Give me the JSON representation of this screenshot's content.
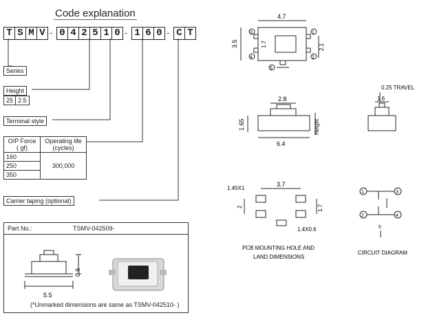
{
  "title": "Code explanation",
  "code_chars": [
    "T",
    "S",
    "M",
    "V",
    "0",
    "4",
    "2",
    "5",
    "1",
    "0",
    "1",
    "6",
    "0",
    "C",
    "T"
  ],
  "separator": "-",
  "labels": {
    "series": "Series",
    "height": "Height",
    "terminal_style": "Terminal style",
    "carrier_taping": "Carrier taping (optional)"
  },
  "height_table": {
    "code": "25",
    "value": "2.5"
  },
  "op_table": {
    "header_force": "O/P Force",
    "header_force_unit": "( gf)",
    "header_life": "Operating life",
    "header_life_unit": "(cycles)",
    "forces": [
      "160",
      "250",
      "350"
    ],
    "life": "300,000"
  },
  "part": {
    "label": "Part No.:",
    "number": "TSMV-042509-",
    "dim_width": "5.5",
    "dim_height": "0.6",
    "note": "(*Unmarked dimensions are same as TSMV-042510- )"
  },
  "top_view": {
    "w": "4.7",
    "h": "3.5",
    "inner_h": "1.7",
    "right_h": "2.1",
    "pins": [
      "1",
      "2",
      "3",
      "4",
      "5"
    ]
  },
  "side_view": {
    "top_w": "2.8",
    "bottom_w": "6.4",
    "h": "1.65",
    "height_label": "Height"
  },
  "end_view": {
    "travel": "0.25 TRAVEL",
    "w": "1.6"
  },
  "pcb": {
    "pad": "1.45X1",
    "span": "3.7",
    "pitch": "1.7",
    "row": "2",
    "hole": "1.4X0.6",
    "caption_1": "PCB MOUNTING HOLE AND",
    "caption_2": "LAND DIMENSIONS"
  },
  "circuit": {
    "caption": "CIRCUIT DIAGRAM",
    "pins": [
      "1",
      "3",
      "2",
      "4",
      "5"
    ]
  }
}
